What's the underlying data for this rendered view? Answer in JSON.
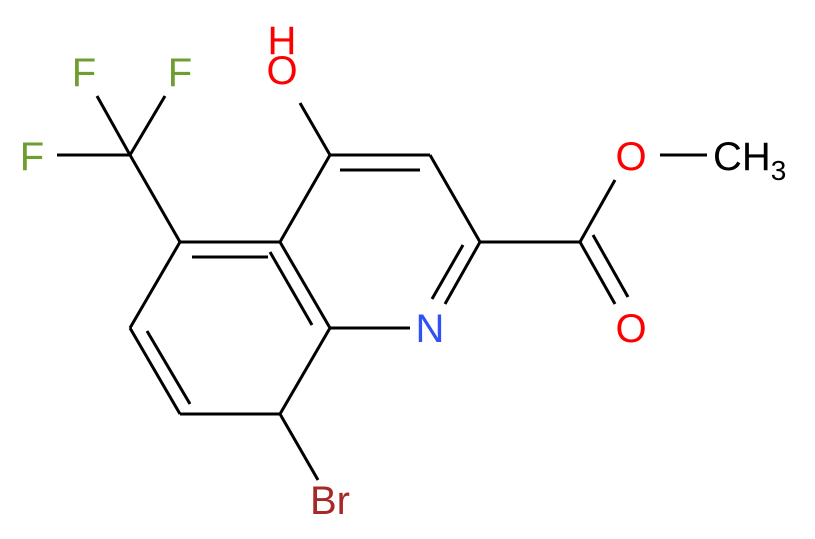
{
  "structure": {
    "atoms": {
      "F1": {
        "text": "F",
        "color": "#6f9e30"
      },
      "F2": {
        "text": "F",
        "color": "#6f9e30"
      },
      "F3": {
        "text": "F",
        "color": "#6f9e30"
      },
      "OH_H": {
        "text": "H",
        "color": "#ff0000"
      },
      "OH_O": {
        "text": "O",
        "color": "#ff0000"
      },
      "ester_O": {
        "text": "O",
        "color": "#ff0000"
      },
      "carbonyl_O": {
        "text": "O",
        "color": "#ff0000"
      },
      "methyl_C": {
        "text": "CH",
        "color": "#000000"
      },
      "methyl_sub": {
        "text": "3",
        "color": "#000000"
      },
      "ring_N": {
        "text": "N",
        "color": "#3050f8"
      },
      "Br": {
        "text": "Br",
        "color": "#a62929"
      }
    }
  }
}
